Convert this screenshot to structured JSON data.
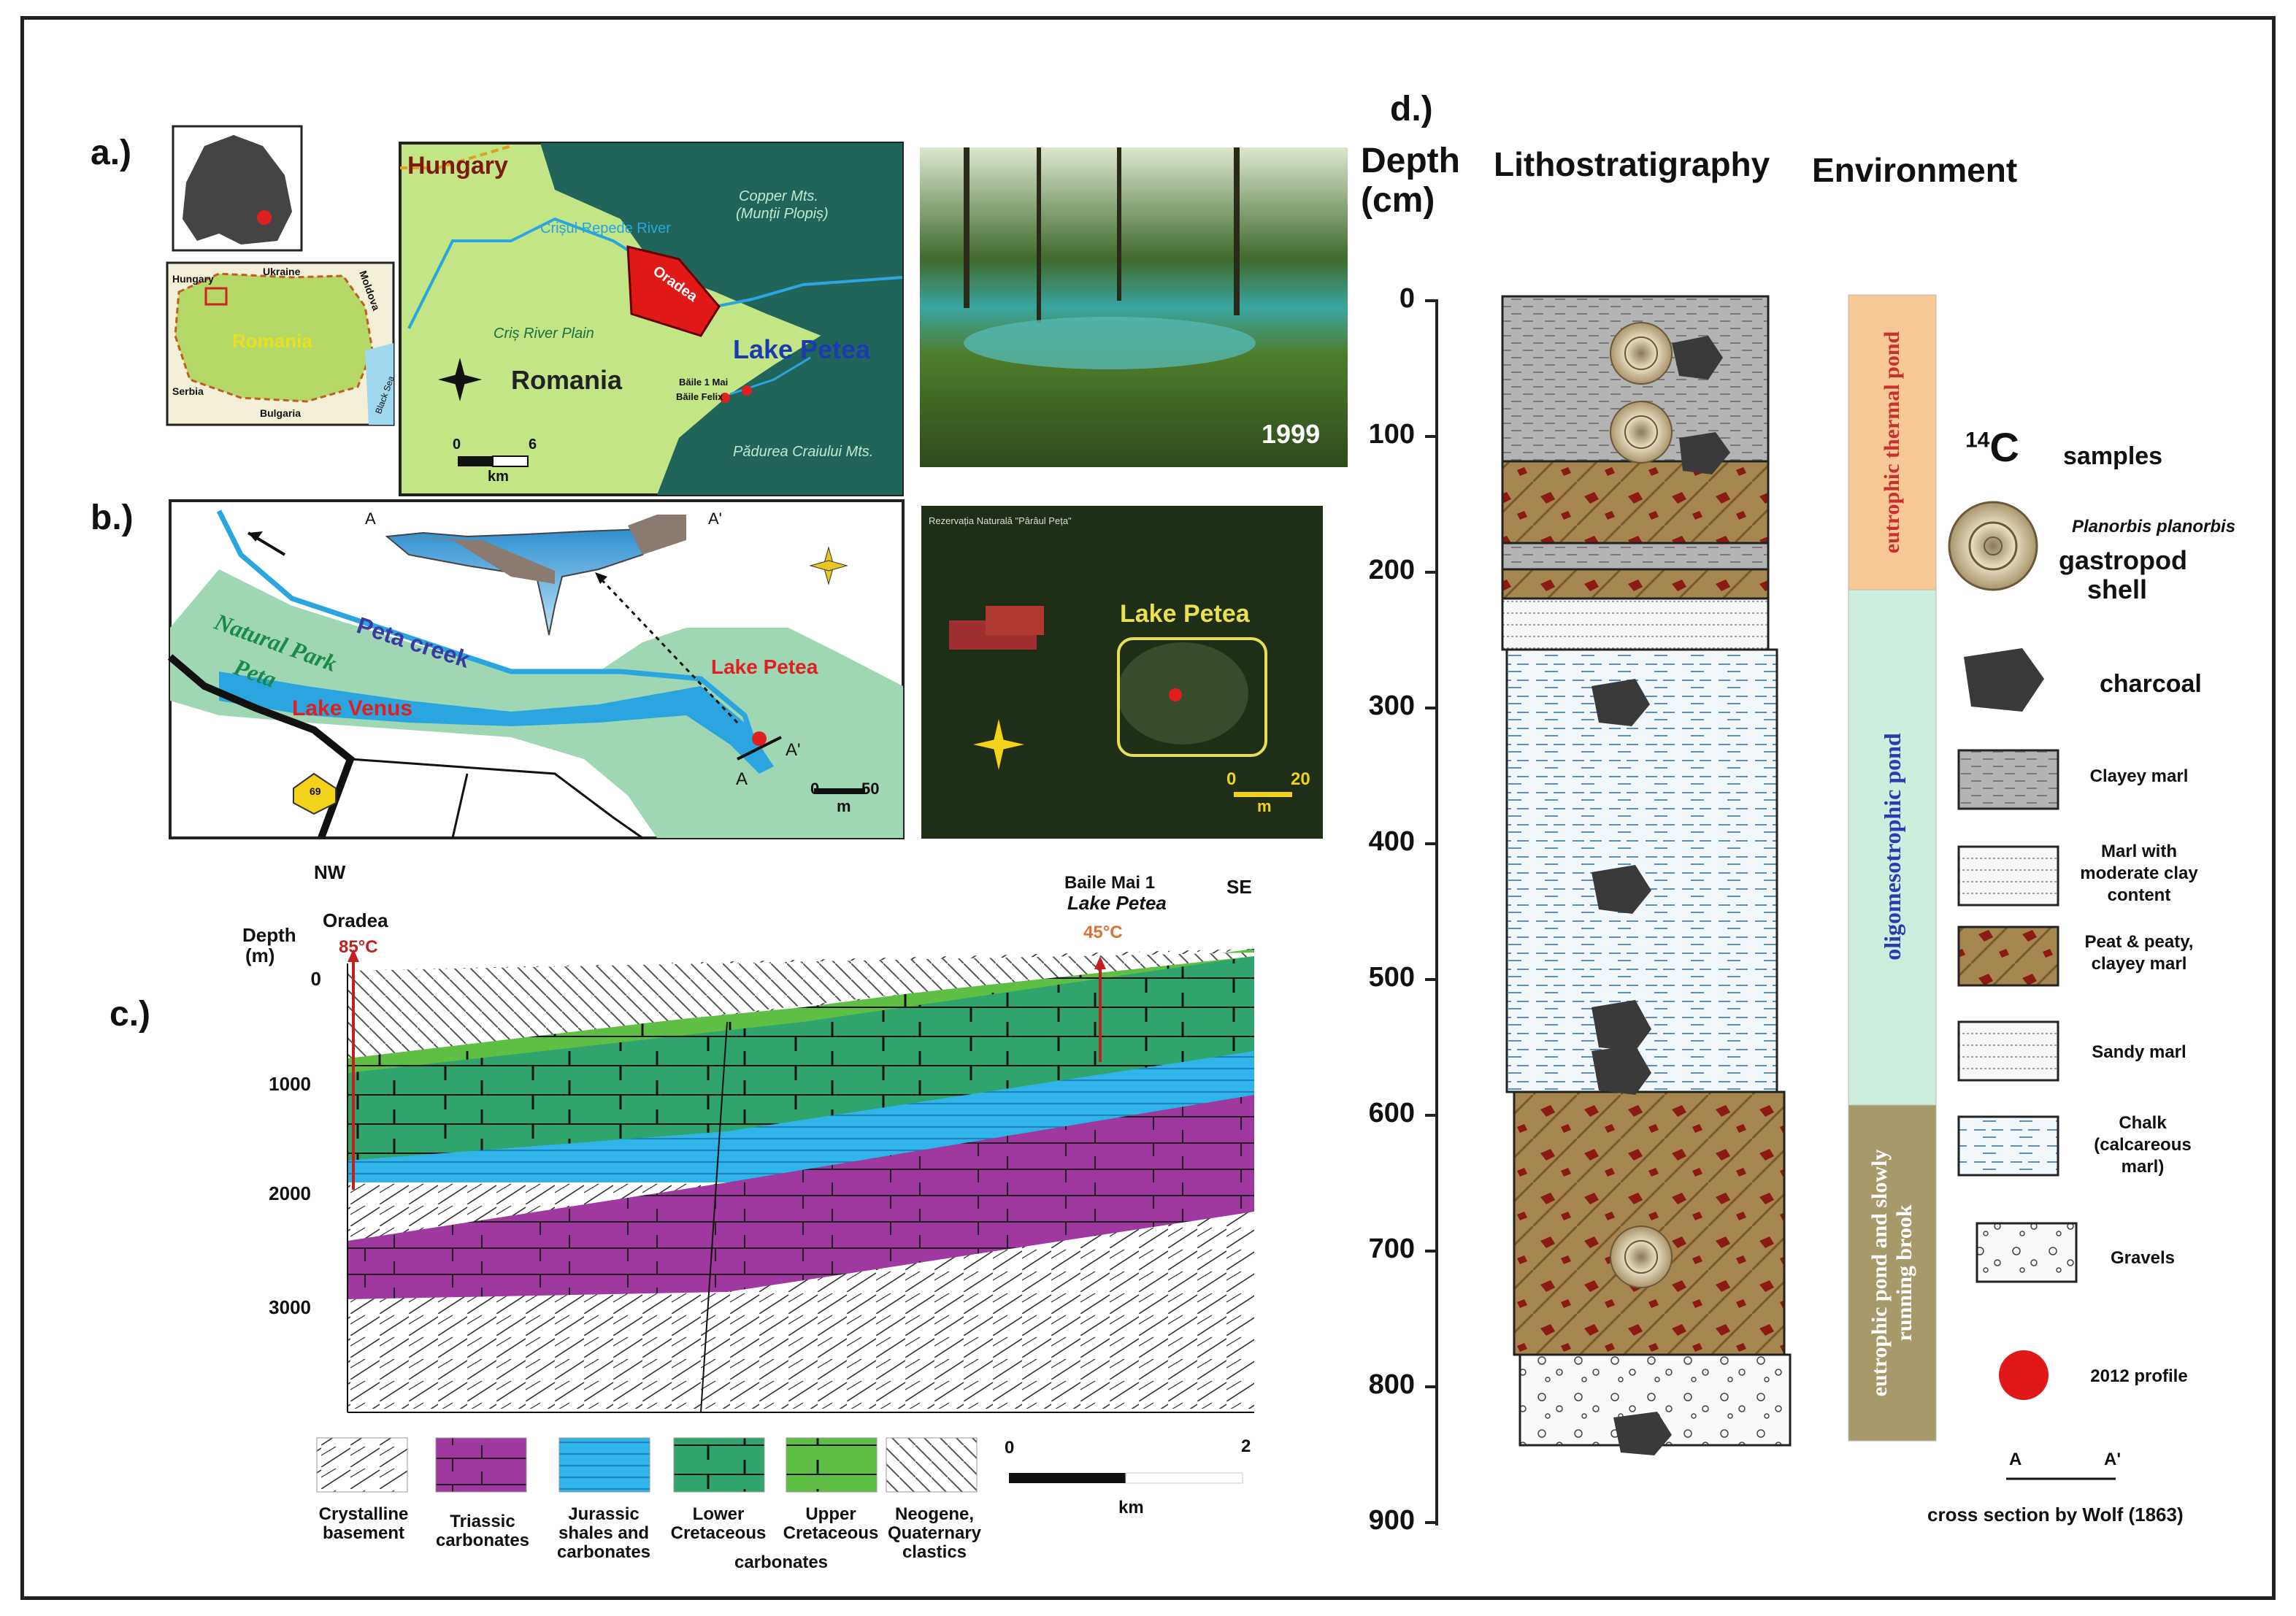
{
  "panel_labels": {
    "a": "a.)",
    "b": "b.)",
    "c": "c.)",
    "d": "d.)"
  },
  "panel_a": {
    "inset_map": {
      "romania": "Romania",
      "ukraine": "Ukraine",
      "moldova": "Moldova",
      "hungary": "Hungary",
      "serbia": "Serbia",
      "bulgaria": "Bulgaria",
      "black_sea": "Black Sea"
    },
    "main_map": {
      "hungary": "Hungary",
      "river": "Crișul Repede River",
      "copper_mts": "Copper Mts.",
      "copper_mts_sub": "(Munții Plopiș)",
      "oradea": "Oradea",
      "cris_plain": "Criș River Plain",
      "romania": "Romania",
      "lake_petea": "Lake Petea",
      "baile1mai": "Băile 1 Mai",
      "bailefelix": "Băile Felix",
      "padurea": "Pădurea Craiului Mts.",
      "scale_0": "0",
      "scale_6": "6",
      "scale_unit": "km"
    },
    "photo_year": "1999"
  },
  "panel_b": {
    "A": "A",
    "A_prime": "A'",
    "natural_park": "Natural Park",
    "peta": "Peta",
    "peta_creek": "Peta creek",
    "lake_petea": "Lake Petea",
    "lake_venus": "Lake Venus",
    "scale_0": "0",
    "scale_50": "50",
    "scale_unit": "m",
    "road_no": "69",
    "sat_caption": "Rezervația Naturală \"Pârâul Peța\"",
    "sat_lake": "Lake Petea",
    "sat_scale_0": "0",
    "sat_scale_20": "20",
    "sat_unit": "m"
  },
  "panel_c": {
    "nw": "NW",
    "se": "SE",
    "oradea": "Oradea",
    "oradea_temp": "85°C",
    "baile": "Baile Mai 1",
    "lake_petea": "Lake Petea",
    "petea_temp": "45°C",
    "depth_label": "Depth",
    "depth_unit": "(m)",
    "depth_ticks": [
      "0",
      "1000",
      "2000",
      "3000"
    ],
    "scale_0": "0",
    "scale_2": "2",
    "scale_unit": "km",
    "legend": [
      {
        "label": "Crystalline basement",
        "color": "#f4f4f4"
      },
      {
        "label": "Triassic carbonates",
        "color": "#a03aa0"
      },
      {
        "label": "Jurassic shales and carbonates",
        "color": "#2fb0e8"
      },
      {
        "label": "Lower Cretaceous",
        "color": "#2aa86a"
      },
      {
        "label": "Upper Cretaceous",
        "color": "#5cc040"
      },
      {
        "label": "Neogene, Quaternary clastics",
        "color": "#ffffff"
      }
    ],
    "legend_group": "carbonates"
  },
  "panel_d": {
    "depth_header": "Depth",
    "depth_unit": "(cm)",
    "litho_header": "Lithostratigraphy",
    "env_header": "Environment",
    "depth_ticks": [
      "0",
      "100",
      "200",
      "300",
      "400",
      "500",
      "600",
      "700",
      "800",
      "900"
    ],
    "environments": [
      {
        "label": "eutrophic thermal pond",
        "color": "#f7c896"
      },
      {
        "label": "oligomesotrophic pond",
        "color": "#cdeedd"
      },
      {
        "label": "eutrophic pond and slowly running brook",
        "color": "#a79a6a"
      }
    ],
    "legend": {
      "c14_super": "14",
      "c14": "C",
      "samples": "samples",
      "planorbis": "Planorbis planorbis",
      "gastropod": "gastropod shell",
      "charcoal": "charcoal",
      "clayey_marl": "Clayey marl",
      "marl_moderate": "Marl with moderate clay content",
      "peat": "Peat & peaty, clayey marl",
      "sandy_marl": "Sandy marl",
      "chalk": "Chalk (calcareous marl)",
      "gravels": "Gravels",
      "profile_2012": "2012 profile",
      "a": "A",
      "a_prime": "A'",
      "cross_section": "cross section by Wolf (1863)"
    }
  }
}
